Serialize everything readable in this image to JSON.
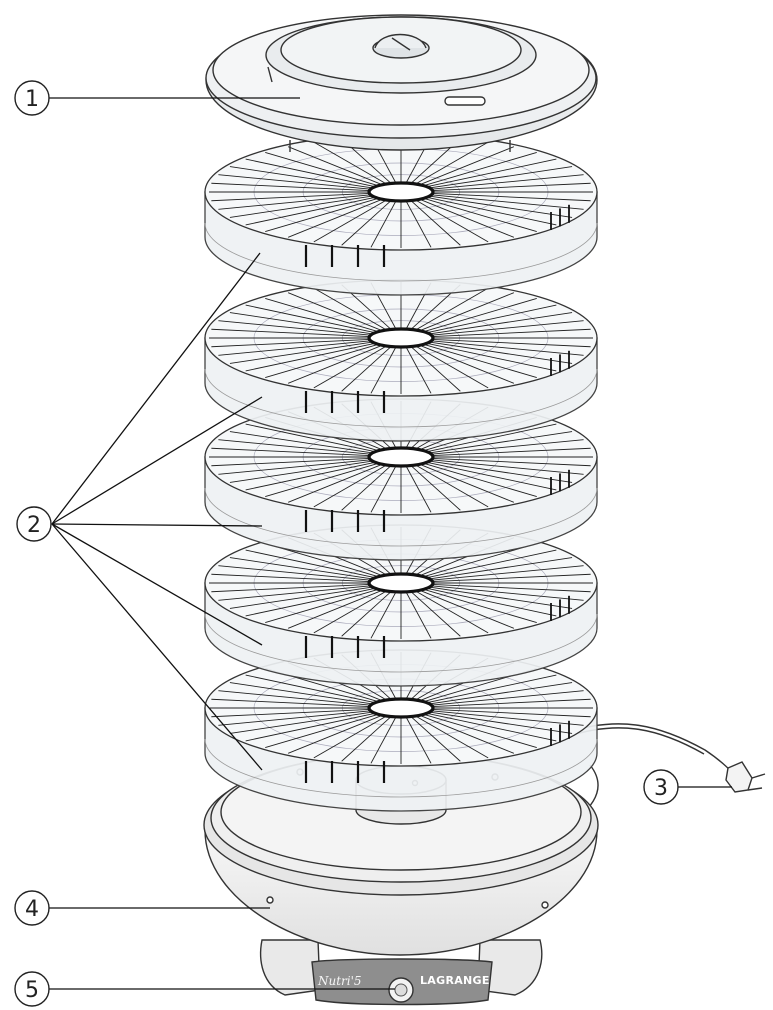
{
  "callouts": [
    {
      "id": "1",
      "label": "1"
    },
    {
      "id": "2",
      "label": "2"
    },
    {
      "id": "3",
      "label": "3"
    },
    {
      "id": "4",
      "label": "4"
    },
    {
      "id": "5",
      "label": "5"
    }
  ],
  "device": {
    "brand": "LAGRANGE",
    "model": "Nutri'5"
  },
  "colors": {
    "line": "#222222",
    "tray_fill": "#f2f4f5",
    "base_fill": "#f1f1f1",
    "panel_fill": "#8e8e8e"
  }
}
